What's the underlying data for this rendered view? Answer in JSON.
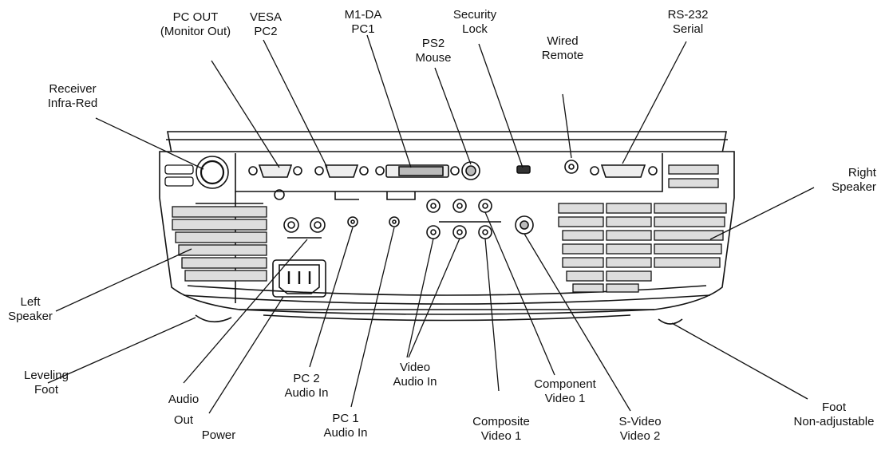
{
  "labels": {
    "pc_out": [
      "PC OUT",
      "(Monitor Out)"
    ],
    "vesa": [
      "VESA",
      "PC2"
    ],
    "m1da": [
      "M1-DA",
      "PC1"
    ],
    "ps2": [
      "PS2",
      "Mouse"
    ],
    "security": [
      "Security",
      "Lock"
    ],
    "wired": [
      "Wired",
      "Remote"
    ],
    "rs232": [
      "RS-232",
      "Serial"
    ],
    "receiver": [
      "Receiver",
      "Infra-Red"
    ],
    "right_speaker": [
      "Right",
      "Speaker"
    ],
    "left_speaker": [
      "Left",
      "Speaker"
    ],
    "leveling": [
      "Leveling",
      "Foot"
    ],
    "audio_out": [
      "Audio",
      "Out"
    ],
    "power": [
      "Power"
    ],
    "pc2_audio": [
      "PC 2",
      "Audio In"
    ],
    "pc1_audio": [
      "PC 1",
      "Audio In"
    ],
    "video_audio": [
      "Video",
      "Audio In"
    ],
    "composite": [
      "Composite",
      "Video 1"
    ],
    "component": [
      "Component",
      "Video 1"
    ],
    "svideo": [
      "S-Video",
      "Video 2"
    ],
    "foot": [
      "Foot",
      "Non-adjustable"
    ]
  }
}
